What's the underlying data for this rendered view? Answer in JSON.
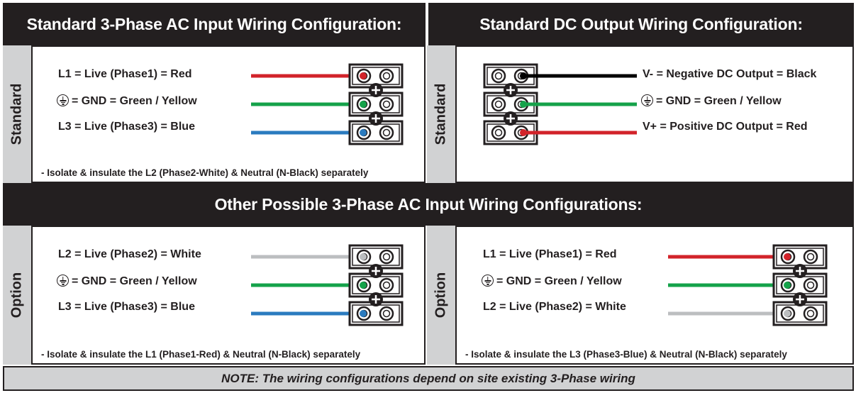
{
  "colors": {
    "red": "#d2232a",
    "green": "#15a24a",
    "blue": "#2b7bbf",
    "white_wire": "#bcbec0",
    "black": "#000000"
  },
  "standard_ac": {
    "title": "Standard 3-Phase AC Input Wiring Configuration:",
    "side_label": "Standard",
    "lines": [
      "L1 = Live (Phase1) = Red",
      "= GND = Green / Yellow",
      "L3 = Live (Phase3) = Blue"
    ],
    "wires": [
      "red",
      "green",
      "blue"
    ],
    "note": "- Isolate & insulate the L2 (Phase2-White) & Neutral (N-Black) separately"
  },
  "standard_dc": {
    "title": "Standard DC Output Wiring Configuration:",
    "side_label": "Standard",
    "lines": [
      "V- = Negative DC Output = Black",
      "= GND = Green / Yellow",
      "V+ = Positive DC Output = Red"
    ],
    "wires": [
      "black",
      "green",
      "red"
    ]
  },
  "other": {
    "title": "Other Possible 3-Phase AC Input Wiring Configurations:"
  },
  "option_left": {
    "side_label": "Option",
    "lines": [
      "L2 = Live (Phase2) = White",
      "= GND = Green / Yellow",
      "L3 = Live (Phase3) = Blue"
    ],
    "wires": [
      "white_wire",
      "green",
      "blue"
    ],
    "note": "- Isolate & insulate the L1 (Phase1-Red) & Neutral (N-Black) separately"
  },
  "option_right": {
    "side_label": "Option",
    "lines": [
      "L1 = Live (Phase1) = Red",
      "= GND = Green / Yellow",
      "L2 = Live (Phase2) = White"
    ],
    "wires": [
      "red",
      "green",
      "white_wire"
    ],
    "note": "- Isolate & insulate the L3 (Phase3-Blue) & Neutral (N-Black) separately"
  },
  "footer_note": "NOTE: The wiring configurations depend on site existing 3-Phase wiring"
}
